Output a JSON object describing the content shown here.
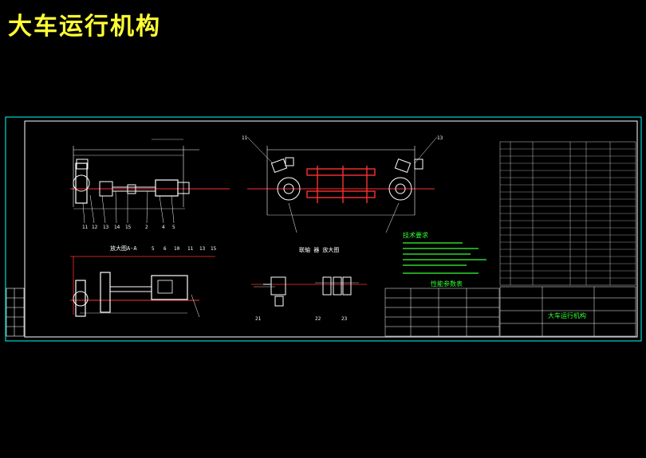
{
  "page": {
    "title": "大车运行机构"
  },
  "colors": {
    "background": "#000000",
    "title": "#ffff33",
    "frame": "#00ffff",
    "lines": "#ffffff",
    "center": "#ff3030",
    "notes": "#33ff33",
    "dims": "#ffffff"
  },
  "drawing": {
    "views": [
      {
        "id": "front-view",
        "label": ""
      },
      {
        "id": "top-view",
        "label": ""
      },
      {
        "id": "section-view-a",
        "label": "放大图A-A"
      },
      {
        "id": "section-view-b",
        "label": "联轴 器 放大图"
      }
    ],
    "tech_requirements": {
      "heading": "技术要求"
    },
    "params_table": {
      "heading": "性能参数表"
    },
    "title_block": {
      "drawing_name": "大车运行机构"
    },
    "balloon_numbers": {
      "front_view": [
        "11",
        "12",
        "13",
        "14",
        "15",
        "2",
        "4",
        "5"
      ],
      "top_view": [
        "11",
        "13"
      ],
      "section_a": [
        "5",
        "6",
        "10",
        "11",
        "13",
        "15"
      ],
      "coupling": [
        "21",
        "22",
        "23"
      ]
    }
  }
}
